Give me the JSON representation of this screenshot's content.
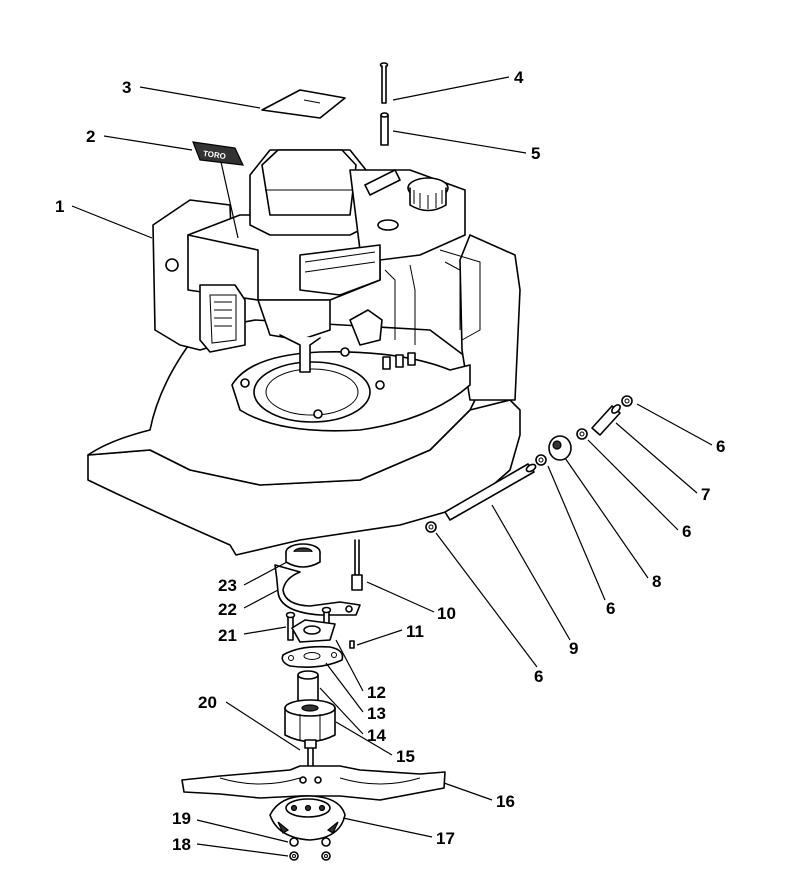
{
  "labels": {
    "l1": "1",
    "l2": "2",
    "l3": "3",
    "l4": "4",
    "l5": "5",
    "l6a": "6",
    "l6b": "6",
    "l6c": "6",
    "l6d": "6",
    "l7": "7",
    "l8": "8",
    "l9": "9",
    "l10": "10",
    "l11": "11",
    "l12": "12",
    "l13": "13",
    "l14": "14",
    "l15": "15",
    "l16": "16",
    "l17": "17",
    "l18": "18",
    "l19": "19",
    "l20": "20",
    "l21": "21",
    "l22": "22",
    "l23": "23"
  },
  "decal_text": "TORO"
}
